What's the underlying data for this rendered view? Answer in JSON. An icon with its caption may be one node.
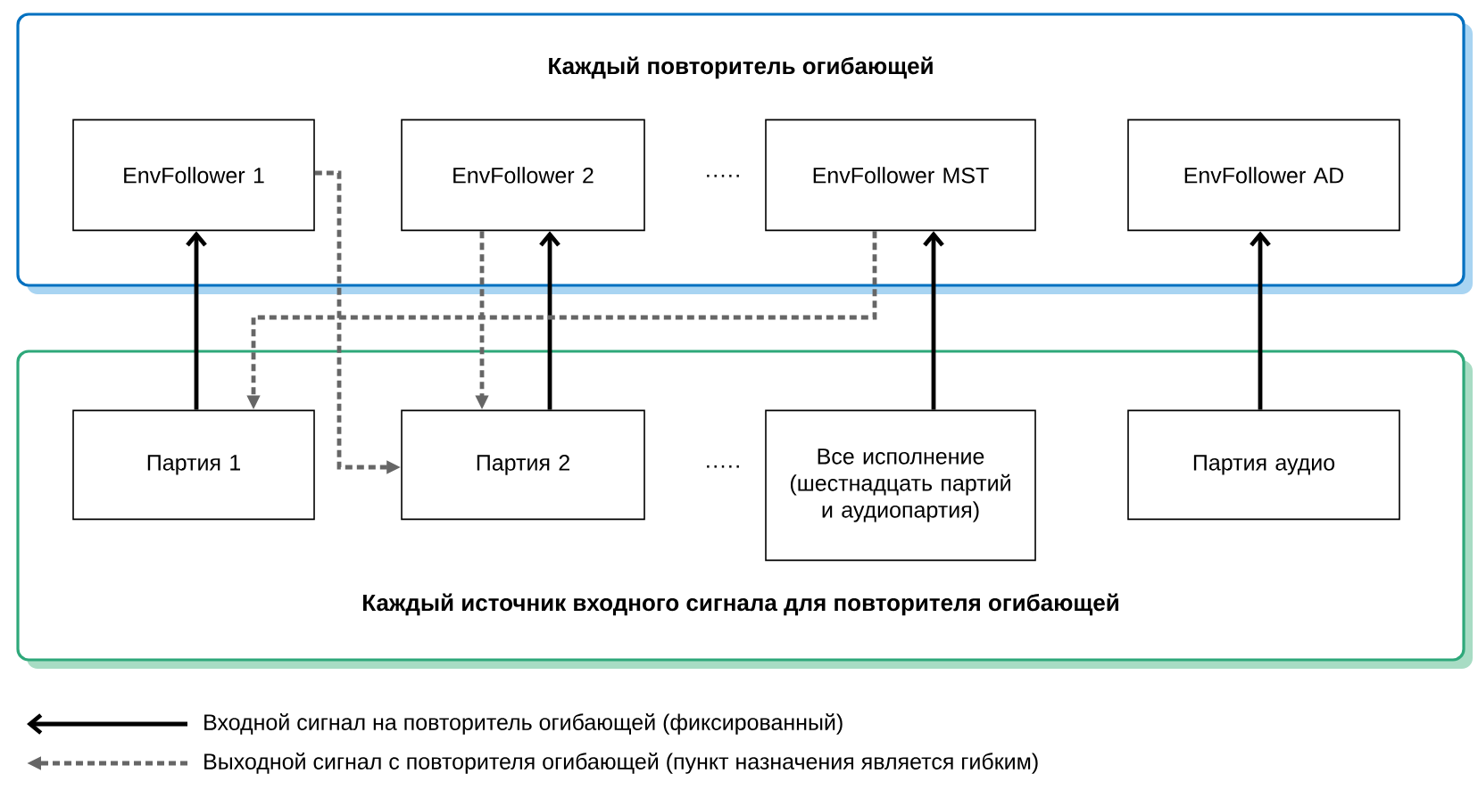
{
  "diagram": {
    "nodes": [
      {
        "text": [
          "Каждый повторитель огибающей"
        ]
      },
      {
        "text": [
          "EnvFollower 1"
        ],
        "in": 0
      },
      {
        "text": [
          "EnvFollower 2"
        ],
        "in": 0
      },
      {
        "text": [
          "EnvFollower MST"
        ],
        "in": 0
      },
      {
        "text": [
          "EnvFollower AD"
        ],
        "in": 0
      },
      {
        "text": [
          "Каждый источник входного сигнала для повторителя огибающей"
        ]
      },
      {
        "text": [
          "Партия 1"
        ],
        "in": 5
      },
      {
        "text": [
          "Партия 2"
        ],
        "in": 5
      },
      {
        "text": [
          "Все исполнение (шестнадцать партий и аудиопартия)"
        ],
        "in": 5
      },
      {
        "text": [
          "Партия аудио"
        ],
        "in": 5
      }
    ],
    "edges": [
      {
        "from": 6,
        "to": 1,
        "arrow": "to"
      },
      {
        "from": 7,
        "to": 2,
        "arrow": "to"
      },
      {
        "from": 8,
        "to": 3,
        "arrow": "to"
      },
      {
        "from": 9,
        "to": 4,
        "arrow": "to"
      },
      {
        "from": 1,
        "to": 7,
        "arrow": "to",
        "style": "dashed",
        "color": "#666666"
      },
      {
        "from": 2,
        "to": 7,
        "arrow": "to",
        "style": "dashed",
        "color": "#666666"
      },
      {
        "from": 3,
        "to": 6,
        "arrow": "to",
        "style": "dashed",
        "color": "#666666"
      }
    ],
    "labels": [
      "·····",
      "·····"
    ],
    "legend": [
      {
        "text": "Входной сигнал на повторитель огибающей (фиксированный)"
      },
      {
        "text": "Выходной сигнал с повторителя огибающей (пункт назначения является гибким)"
      }
    ]
  }
}
